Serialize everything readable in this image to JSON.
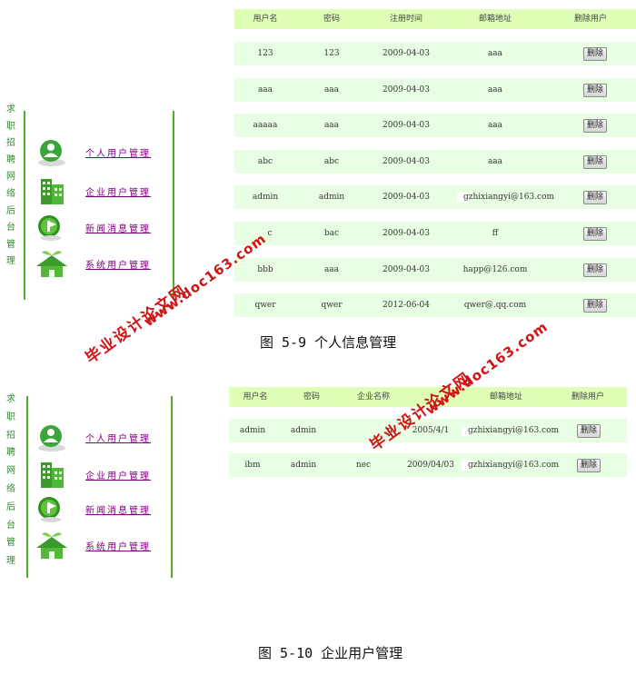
{
  "panel1": {
    "side_title": [
      "求",
      "职",
      "招",
      "聘",
      "网",
      "络",
      "后",
      "台",
      "管",
      "理"
    ],
    "nav": [
      {
        "label": "个人用户管理",
        "icon": "person-icon"
      },
      {
        "label": "企业用户管理",
        "icon": "building-icon"
      },
      {
        "label": "新闻消息管理",
        "icon": "news-icon"
      },
      {
        "label": "系统用户管理",
        "icon": "house-plant-icon"
      }
    ],
    "headers": [
      "用户名",
      "密码",
      "注册时间",
      "邮箱地址",
      "删除用户"
    ],
    "rows": [
      {
        "user": "123",
        "pwd": "123",
        "date": "2009-04-03",
        "email": "aaa",
        "action": "删除"
      },
      {
        "user": "aaa",
        "pwd": "aaa",
        "date": "2009-04-03",
        "email": "aaa",
        "action": "删除"
      },
      {
        "user": "aaaaa",
        "pwd": "aaa",
        "date": "2009-04-03",
        "email": "aaa",
        "action": "删除"
      },
      {
        "user": "abc",
        "pwd": "abc",
        "date": "2009-04-03",
        "email": "aaa",
        "action": "删除"
      },
      {
        "user": "admin",
        "pwd": "admin",
        "date": "2009-04-03",
        "email": "gzhixiangyi@163.com",
        "action": "删除"
      },
      {
        "user": "c",
        "pwd": "bac",
        "date": "2009-04-03",
        "email": "ff",
        "action": "删除"
      },
      {
        "user": "bbb",
        "pwd": "aaa",
        "date": "2009-04-03",
        "email": "happ@126.com",
        "action": "删除"
      },
      {
        "user": "qwer",
        "pwd": "qwer",
        "date": "2012-06-04",
        "email": "qwer@.qq.com",
        "action": "删除"
      }
    ],
    "caption": "图 5-9 个人信息管理"
  },
  "panel2": {
    "side_title": [
      "求",
      "职",
      "招",
      "聘",
      "网",
      "络",
      "后",
      "台",
      "管",
      "理"
    ],
    "nav": [
      {
        "label": "个人用户管理",
        "icon": "person-icon"
      },
      {
        "label": "企业用户管理",
        "icon": "building-icon"
      },
      {
        "label": "新闻消息管理",
        "icon": "news-icon"
      },
      {
        "label": "系统用户管理",
        "icon": "house-plant-icon"
      }
    ],
    "headers": [
      "用户名",
      "密码",
      "企业名称",
      "",
      "邮箱地址",
      "删除用户"
    ],
    "rows": [
      {
        "user": "admin",
        "pwd": "admin",
        "company": "n",
        "date": "2005/4/1",
        "email": "gzhixiangyi@163.com",
        "action": "删除"
      },
      {
        "user": "ibm",
        "pwd": "admin",
        "company": "nec",
        "date": "2009/04/03",
        "email": "gzhixiangyi@163.com",
        "action": "删除"
      }
    ],
    "caption": "图 5-10 企业用户管理"
  },
  "watermarks": [
    {
      "text": "www.doc163.com"
    },
    {
      "text": "毕业设计论文网"
    },
    {
      "text": "www.doc163.com"
    },
    {
      "text": "毕业设计论文网"
    }
  ]
}
